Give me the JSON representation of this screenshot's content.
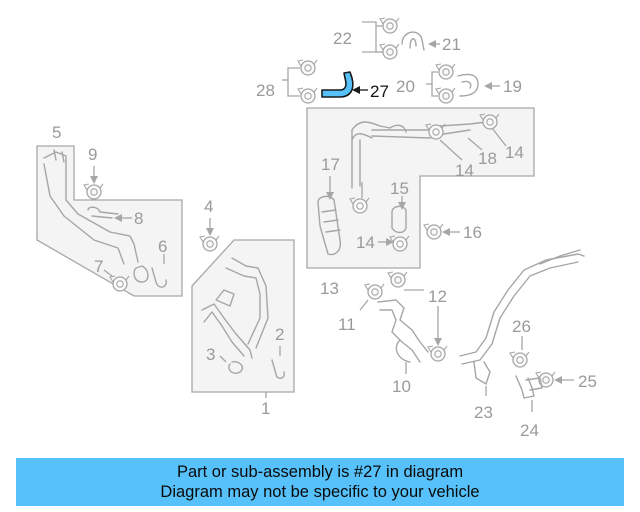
{
  "diagram": {
    "highlight_color": "#56c1fb",
    "highlighted_part": "27",
    "callouts": {
      "c1": "1",
      "c2": "2",
      "c3": "3",
      "c4": "4",
      "c5": "5",
      "c6": "6",
      "c7": "7",
      "c8": "8",
      "c9": "9",
      "c10": "10",
      "c11": "11",
      "c12": "12",
      "c13": "13",
      "c14a": "14",
      "c14b": "14",
      "c14c": "14",
      "c15": "15",
      "c16": "16",
      "c17": "17",
      "c18": "18",
      "c19": "19",
      "c20": "20",
      "c21": "21",
      "c22": "22",
      "c23": "23",
      "c24": "24",
      "c25": "25",
      "c26": "26",
      "c27": "27",
      "c28": "28"
    }
  },
  "caption": {
    "line1": "Part or sub-assembly is #27 in diagram",
    "line2": "Diagram may not be specific to your vehicle",
    "background": "#56c1fb"
  }
}
